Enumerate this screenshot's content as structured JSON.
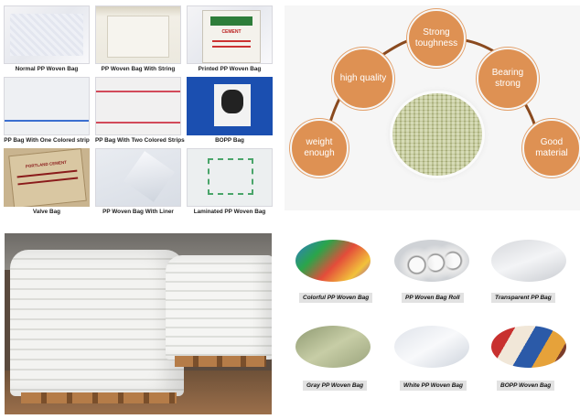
{
  "top_left": {
    "tiles": [
      {
        "caption": "Normal PP Woven Bag",
        "print": ""
      },
      {
        "caption": "PP Woven Bag With String",
        "print": ""
      },
      {
        "caption": "Printed PP Woven Bag",
        "print": "CEMENT"
      },
      {
        "caption": "PP Bag With One Colored strip",
        "print": ""
      },
      {
        "caption": "PP Bag With Two Colored Strips",
        "print": ""
      },
      {
        "caption": "BOPP Bag",
        "print": ""
      },
      {
        "caption": "Valve Bag",
        "print": "PORTLAND CEMENT"
      },
      {
        "caption": "PP Woven Bag With Liner",
        "print": ""
      },
      {
        "caption": "Laminated PP Woven Bag",
        "print": ""
      }
    ]
  },
  "diagram": {
    "nodes": [
      {
        "label": "Strong toughness"
      },
      {
        "label": "high quality"
      },
      {
        "label": "Bearing  strong"
      },
      {
        "label": "weight enough"
      },
      {
        "label": "Good material"
      }
    ],
    "colors": {
      "node": "#de9153",
      "arc": "#8a4a1f",
      "background": "#f6f6f6"
    }
  },
  "bottom_right": {
    "items": [
      {
        "caption": "Colorful PP Woven Bag"
      },
      {
        "caption": "PP Woven Bag Roll"
      },
      {
        "caption": "Transparent PP Bag"
      },
      {
        "caption": "Gray PP Woven Bag"
      },
      {
        "caption": "White PP Woven Bag"
      },
      {
        "caption": "BOPP Woven Bag"
      }
    ]
  }
}
